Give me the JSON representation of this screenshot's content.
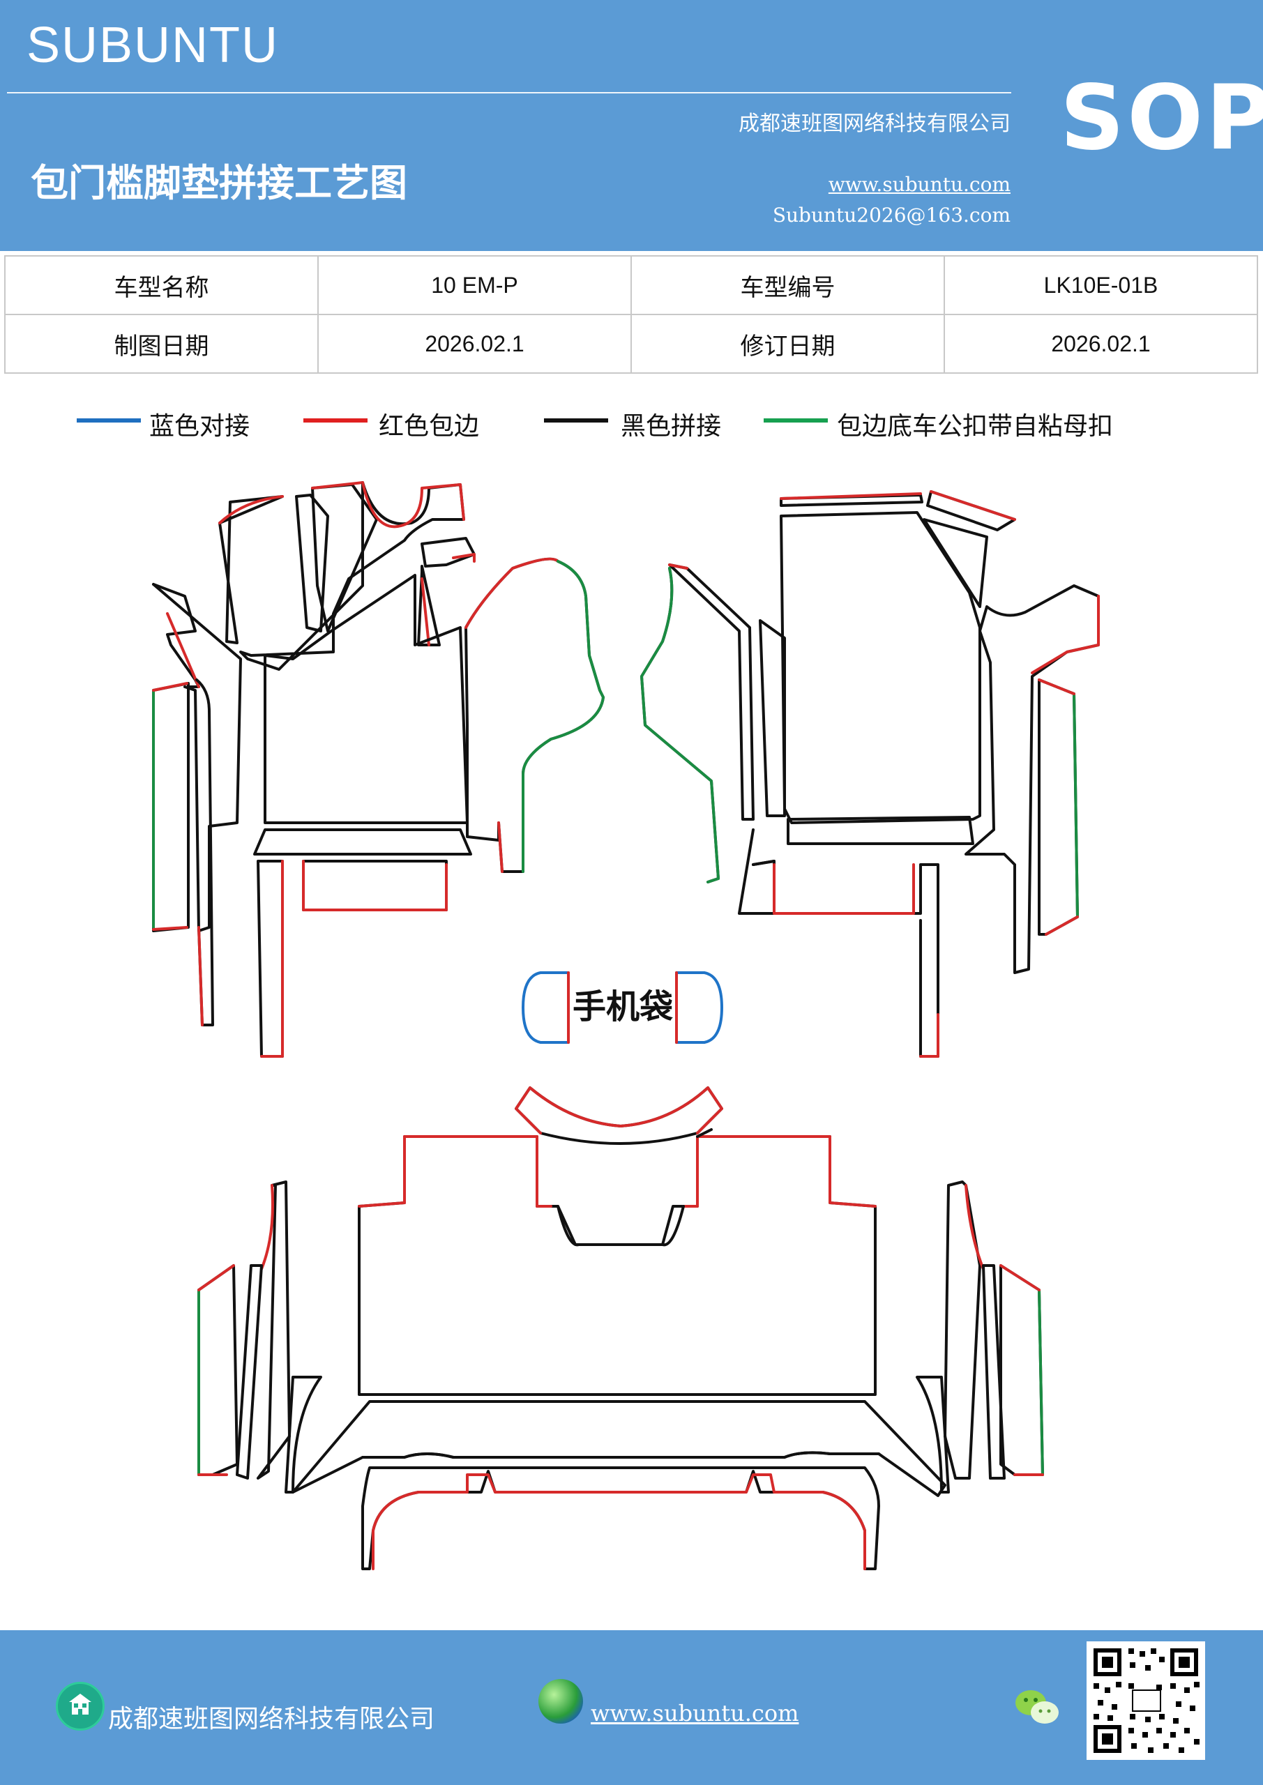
{
  "header": {
    "brand": "SUBUNTU",
    "badge": "SOP",
    "company": "成都速班图网络科技有限公司",
    "title": "包门槛脚垫拼接工艺图",
    "website": "www.subuntu.com",
    "email": "Subuntu2026@163.com"
  },
  "info_table": {
    "rows": [
      [
        {
          "label": "车型名称"
        },
        {
          "value": "10  EM-P"
        },
        {
          "label": "车型编号"
        },
        {
          "value": "LK10E-01B"
        }
      ],
      [
        {
          "label": "制图日期"
        },
        {
          "value": "2026.02.1"
        },
        {
          "label": "修订日期"
        },
        {
          "value": "2026.02.1"
        }
      ]
    ]
  },
  "legend": [
    {
      "text": "蓝色对接",
      "color": "#1f6fc0"
    },
    {
      "text": "红色包边",
      "color": "#e02020"
    },
    {
      "text": "黑色拼接",
      "color": "#111111"
    },
    {
      "text": "包边底车公扣带自粘母扣",
      "color": "#17a050"
    }
  ],
  "diagram": {
    "phone_pocket_label": "手机袋",
    "colors": {
      "black": "#111111",
      "red": "#d62a2a",
      "green": "#1a8c42",
      "blue": "#1f74c8"
    }
  },
  "footer": {
    "company": "成都速班图网络科技有限公司",
    "website": "www.subuntu.com",
    "icons": [
      "home-icon",
      "globe-icon",
      "wechat-icon",
      "qr-code"
    ]
  }
}
